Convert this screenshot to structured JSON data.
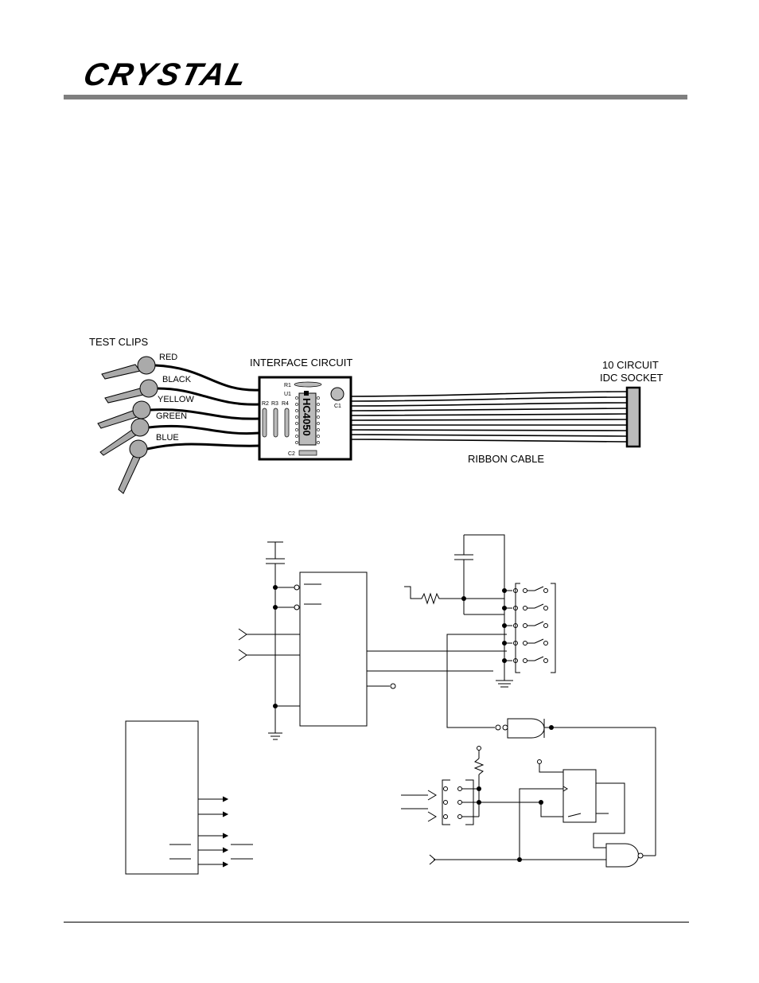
{
  "header": {
    "logo_text": "CRYSTAL"
  },
  "figure1": {
    "test_clips_label": "TEST CLIPS",
    "clip_colors": [
      "RED",
      "BLACK",
      "YELLOW",
      "GREEN",
      "BLUE"
    ],
    "interface_label": "INTERFACE CIRCUIT",
    "chip_label": "HC4050",
    "components": {
      "r1": "R1",
      "u1": "U1",
      "r2": "R2",
      "r3": "R3",
      "r4": "R4",
      "c1": "C1",
      "c2": "C2"
    },
    "socket_label_line1": "10 CIRCUIT",
    "socket_label_line2": "IDC SOCKET",
    "ribbon_label": "RIBBON CABLE"
  }
}
